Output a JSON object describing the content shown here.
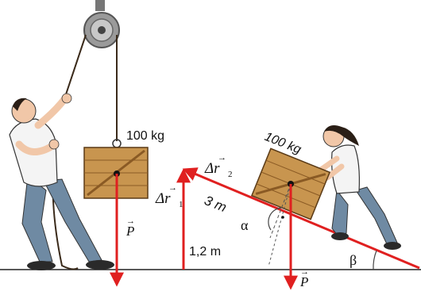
{
  "colors": {
    "vector": "#e02020",
    "crate_fill": "#c8954f",
    "crate_dark": "#8a5a24",
    "ramp": "#e02020",
    "ground": "#222222",
    "rope": "#3a2a1a",
    "skin": "#f1c7a8",
    "shirt": "#f4f4f4",
    "jeans": "#6f8aa3",
    "hair": "#2a1e16"
  },
  "left_scene": {
    "mass_label": "100 kg",
    "weight_label": "P",
    "rope": "rope-over-pulley",
    "pulley_icon": "pulley-icon"
  },
  "middle": {
    "displacement_1": "Δr",
    "displacement_1_sub": "1",
    "displacement_2": "Δr",
    "displacement_2_sub": "2",
    "height_label": "1,2 m",
    "slope_length": "3 m"
  },
  "right_scene": {
    "mass_label": "100 kg",
    "weight_label": "P",
    "angle_alpha": "α",
    "angle_beta": "β"
  }
}
